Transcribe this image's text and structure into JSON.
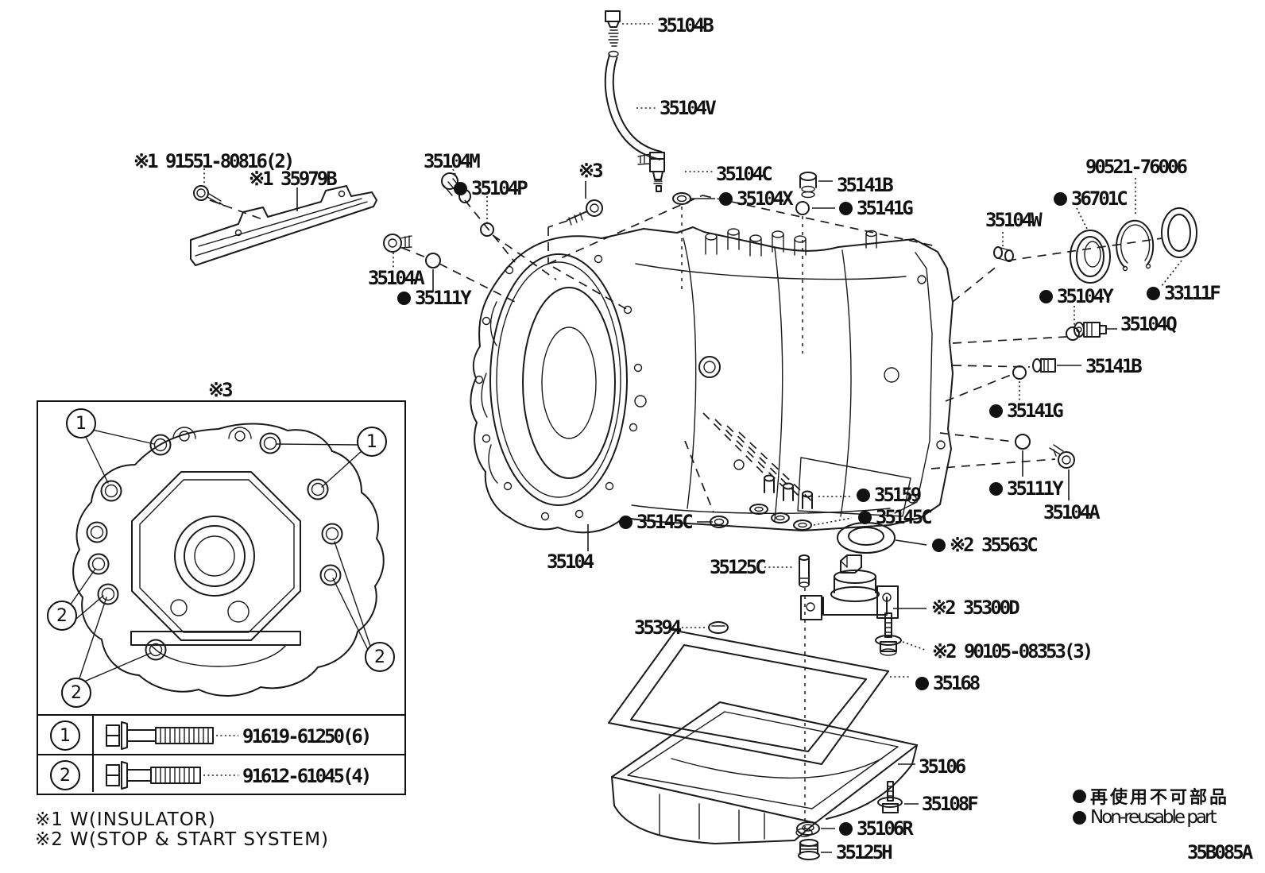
{
  "drawing_code": "35B085A",
  "legend": {
    "jp": "再使用不可部品",
    "en": "Non-reusable part"
  },
  "footnotes": {
    "n1": "※1 W(INSULATOR)",
    "n2": "※2 W(STOP & START SYSTEM)"
  },
  "ref3": "※3",
  "inset": {
    "rows": [
      {
        "num": "1",
        "part": "91619-61250(6)"
      },
      {
        "num": "2",
        "part": "91612-61045(4)"
      }
    ],
    "markers": [
      "1",
      "1",
      "2",
      "2",
      "2"
    ]
  },
  "labels": {
    "b35104B": "35104B",
    "b35104V": "35104V",
    "b91551": "※1 91551-80816(2)",
    "b35979B": "※1 35979B",
    "b35104M": "35104M",
    "b35104P": "35104P",
    "b35104C": "35104C",
    "b35104X": "35104X",
    "b35141B_top": "35141B",
    "b35141G_top": "35141G",
    "b90521": "90521-76006",
    "b36701C": "36701C",
    "b35104W": "35104W",
    "b35104Y": "35104Y",
    "b33111F": "33111F",
    "b35104Q": "35104Q",
    "b35141B_right": "35141B",
    "b35141G_right": "35141G",
    "b35111Y_right": "35111Y",
    "b35104A_right": "35104A",
    "b35104A_left": "35104A",
    "b35111Y_left": "35111Y",
    "b35159": "35159",
    "b35145C_right": "35145C",
    "b35145C_left": "35145C",
    "b35104": "35104",
    "b35563C": "※2 35563C",
    "b35125C": "35125C",
    "b35300D": "※2 35300D",
    "b35394": "35394",
    "b90105": "※2 90105-08353(3)",
    "b35168": "35168",
    "b35106": "35106",
    "b35108F": "35108F",
    "b35106R": "35106R",
    "b35125H": "35125H"
  }
}
